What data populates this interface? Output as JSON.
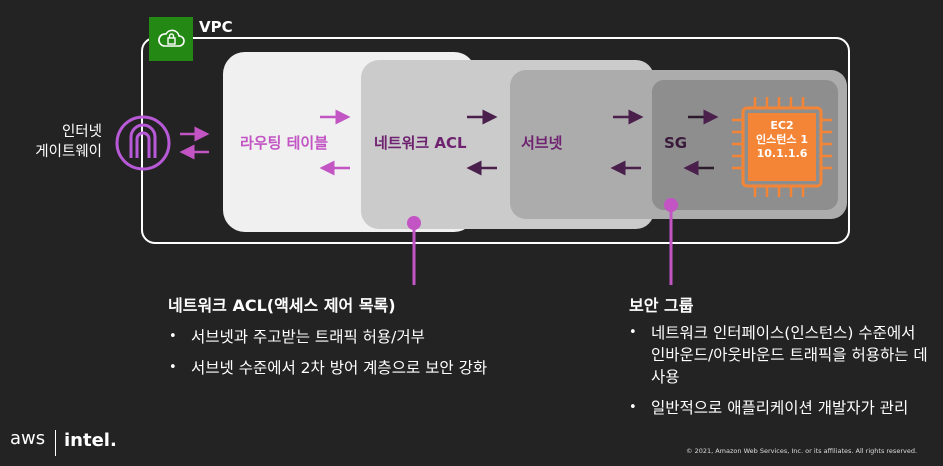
{
  "vpc": {
    "label": "VPC",
    "icon": "cloud-lock-icon",
    "badge_color": "#248814"
  },
  "internet_gateway": {
    "label_line1": "인터넷",
    "label_line2": "게이트웨이",
    "icon": "internet-gateway-icon"
  },
  "layers": {
    "route_table": "라우팅 테이블",
    "network_acl": "네트워크 ACL",
    "subnet": "서브넷",
    "security_group": "SG"
  },
  "ec2": {
    "line1": "EC2",
    "line2": "인스턴스 1",
    "line3": "10.1.1.6",
    "icon": "ec2-chip-icon",
    "color": "#f58536"
  },
  "nacl_callout": {
    "title": "네트워크 ACL(액세스 제어 목록)",
    "bullets": [
      "서브넷과 주고받는 트래픽 허용/거부",
      "서브넷 수준에서 2차 방어 계층으로 보안 강화"
    ]
  },
  "sg_callout": {
    "title": "보안 그룹",
    "bullets": [
      "네트워크 인터페이스(인스턴스) 수준에서 인바운드/아웃바운드 트래픽을 허용하는 데 사용",
      "일반적으로 애플리케이션 개발자가 관리"
    ]
  },
  "footer": {
    "aws_logo": "aws",
    "intel_logo": "intel.",
    "copyright": "© 2021, Amazon Web Services, Inc. or its affiliates. All rights reserved."
  },
  "colors": {
    "accent_purple": "#c254c4",
    "dark_purple": "#4a1f4c",
    "ec2_orange": "#f58536"
  }
}
